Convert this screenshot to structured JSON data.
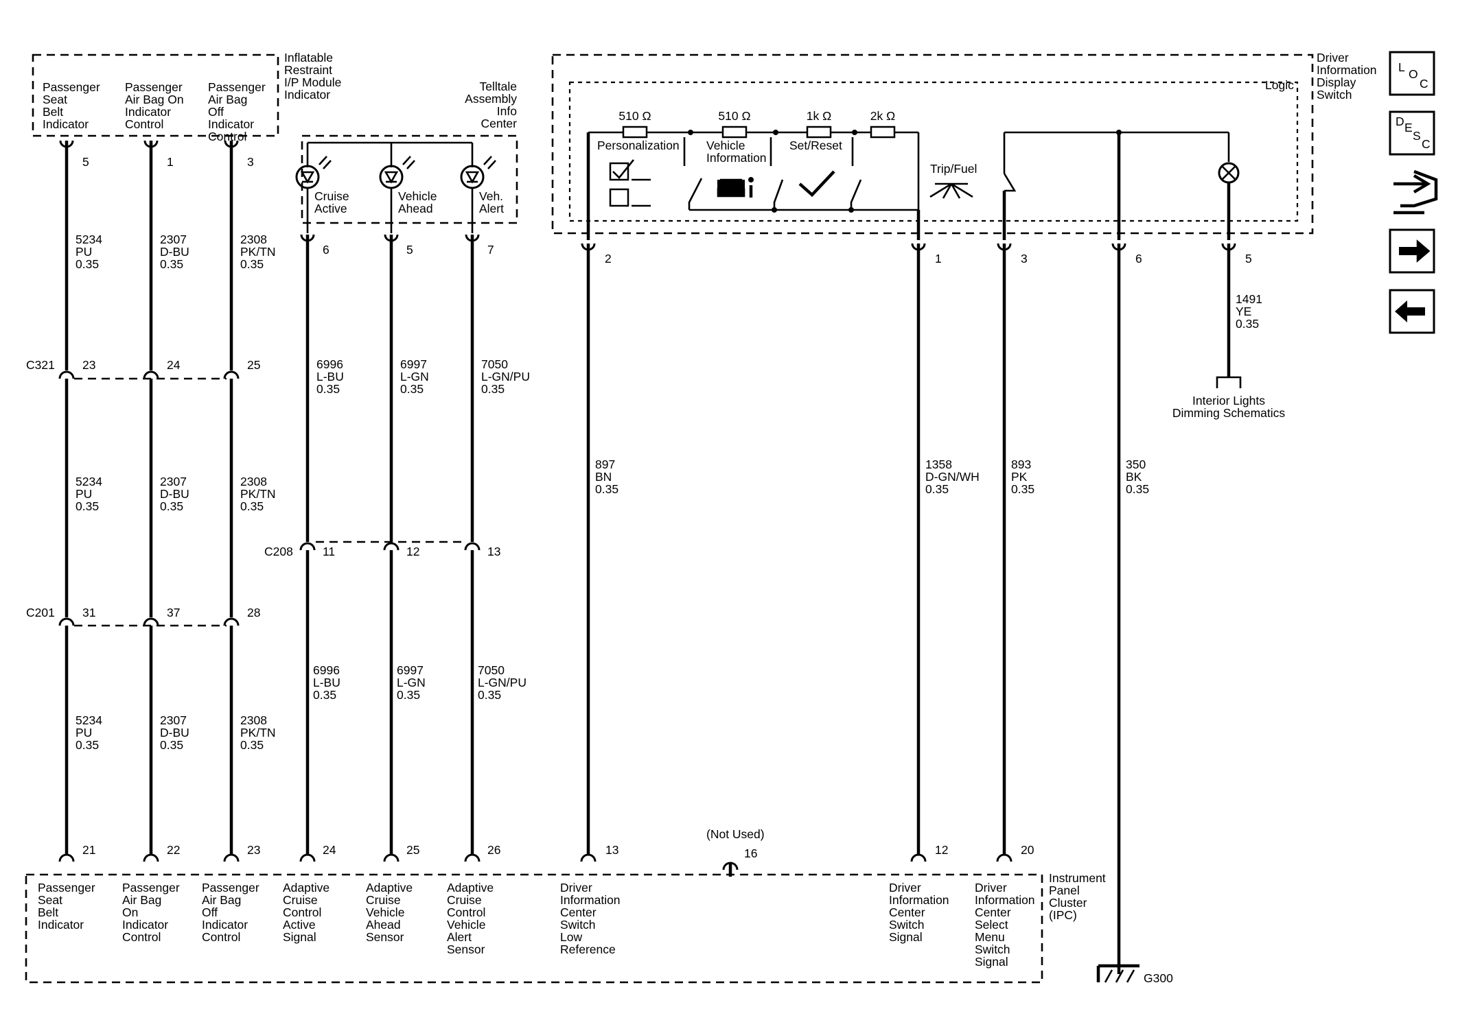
{
  "modules": {
    "inflatable": {
      "name": [
        "Inflatable",
        "Restraint",
        "I/P Module",
        "Indicator"
      ]
    },
    "telltale": {
      "name": [
        "Telltale",
        "Assembly",
        "Info",
        "Center"
      ]
    },
    "did_switch": {
      "name": [
        "Driver",
        "Information",
        "Display",
        "Switch"
      ],
      "logic": "Logic"
    },
    "ipc": {
      "name": [
        "Instrument",
        "Panel",
        "Cluster",
        "(IPC)"
      ]
    }
  },
  "inflatable_labels": [
    [
      "Passenger",
      "Seat",
      "Belt",
      "Indicator"
    ],
    [
      "Passenger",
      "Air Bag On",
      "Indicator",
      "Control"
    ],
    [
      "Passenger",
      "Air Bag",
      "Off",
      "Indicator",
      "Control"
    ]
  ],
  "telltale_labels": [
    [
      "Cruise",
      "Active"
    ],
    [
      "Vehicle",
      "Ahead"
    ],
    [
      "Veh.",
      "Alert"
    ]
  ],
  "switch": {
    "resistors": [
      "510 Ω",
      "510 Ω",
      "1k Ω",
      "2k Ω"
    ],
    "buttons": [
      [
        "Personalization"
      ],
      [
        "Vehicle",
        "Information"
      ],
      [
        "Set/Reset"
      ]
    ],
    "trip_fuel": "Trip/Fuel"
  },
  "pins": {
    "inflatable": [
      "5",
      "1",
      "3"
    ],
    "telltale": [
      "6",
      "5",
      "7"
    ],
    "did": [
      "2",
      "1",
      "3",
      "6",
      "5"
    ],
    "c321": [
      "23",
      "24",
      "25"
    ],
    "c208": [
      "11",
      "12",
      "13"
    ],
    "c201": [
      "31",
      "37",
      "28"
    ],
    "ipc": [
      "21",
      "22",
      "23",
      "24",
      "25",
      "26",
      "13",
      "16",
      "12",
      "20"
    ]
  },
  "connectors": {
    "c321": "C321",
    "c208": "C208",
    "c201": "C201",
    "ground": "G300"
  },
  "wires": {
    "airbag_top": [
      [
        "5234",
        "PU",
        "0.35"
      ],
      [
        "2307",
        "D-BU",
        "0.35"
      ],
      [
        "2308",
        "PK/TN",
        "0.35"
      ]
    ],
    "airbag_mid": [
      [
        "5234",
        "PU",
        "0.35"
      ],
      [
        "2307",
        "D-BU",
        "0.35"
      ],
      [
        "2308",
        "PK/TN",
        "0.35"
      ]
    ],
    "airbag_bot": [
      [
        "5234",
        "PU",
        "0.35"
      ],
      [
        "2307",
        "D-BU",
        "0.35"
      ],
      [
        "2308",
        "PK/TN",
        "0.35"
      ]
    ],
    "cruise_top": [
      [
        "6996",
        "L-BU",
        "0.35"
      ],
      [
        "6997",
        "L-GN",
        "0.35"
      ],
      [
        "7050",
        "L-GN/PU",
        "0.35"
      ]
    ],
    "cruise_bot": [
      [
        "6996",
        "L-BU",
        "0.35"
      ],
      [
        "6997",
        "L-GN",
        "0.35"
      ],
      [
        "7050",
        "L-GN/PU",
        "0.35"
      ]
    ],
    "did": [
      [
        "897",
        "BN",
        "0.35"
      ],
      [
        "1358",
        "D-GN/WH",
        "0.35"
      ],
      [
        "893",
        "PK",
        "0.35"
      ],
      [
        "350",
        "BK",
        "0.35"
      ]
    ],
    "dimming": [
      "1491",
      "YE",
      "0.35"
    ]
  },
  "interior_lights": [
    "Interior Lights",
    "Dimming Schematics"
  ],
  "not_used": "(Not Used)",
  "ipc_labels": [
    [
      "Passenger",
      "Seat",
      "Belt",
      "Indicator"
    ],
    [
      "Passenger",
      "Air Bag",
      "On",
      "Indicator",
      "Control"
    ],
    [
      "Passenger",
      "Air Bag",
      "Off",
      "Indicator",
      "Control"
    ],
    [
      "Adaptive",
      "Cruise",
      "Control",
      "Active",
      "Signal"
    ],
    [
      "Adaptive",
      "Cruise",
      "Vehicle",
      "Ahead",
      "Sensor"
    ],
    [
      "Adaptive",
      "Cruise",
      "Control",
      "Vehicle",
      "Alert",
      "Sensor"
    ],
    [
      "Driver",
      "Information",
      "Center",
      "Switch",
      "Low",
      "Reference"
    ],
    [
      "Driver",
      "Information",
      "Center",
      "Switch",
      "Signal"
    ],
    [
      "Driver",
      "Information",
      "Center",
      "Select",
      "Menu",
      "Switch",
      "Signal"
    ]
  ],
  "nav": {
    "loc": {
      "letters": [
        "L",
        "O",
        "C"
      ],
      "icon": "location-button"
    },
    "desc": {
      "letters": [
        "D",
        "E",
        "S",
        "C"
      ],
      "icon": "description-button"
    },
    "icons": [
      "connector-wrench-icon",
      "arrow-right-icon",
      "arrow-left-icon"
    ]
  }
}
